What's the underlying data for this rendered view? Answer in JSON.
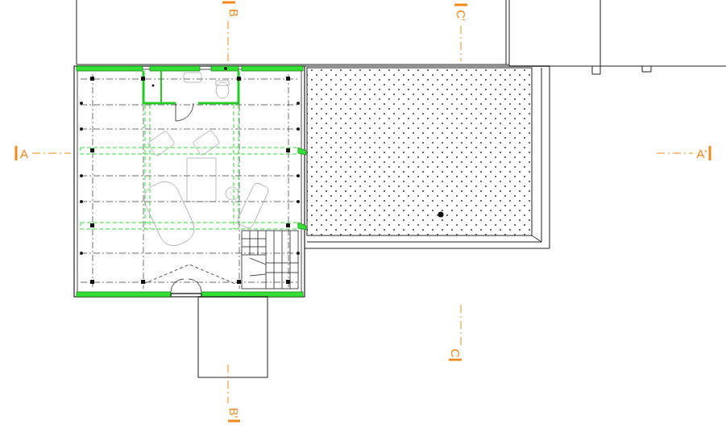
{
  "diagram": {
    "labels": [
      "B",
      "C'",
      "A",
      "A'",
      "C",
      "B'"
    ]
  }
}
